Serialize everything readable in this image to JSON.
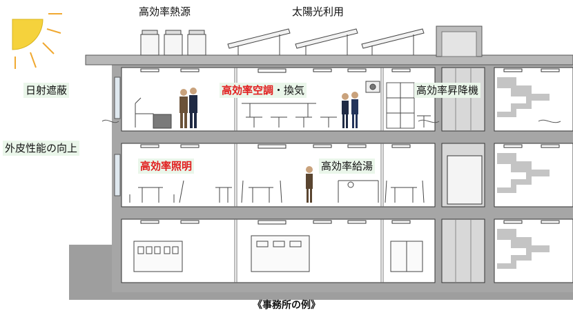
{
  "labels": {
    "heat_source": "高効率熱源",
    "solar": "太陽光利用",
    "shading": "日射遮蔽",
    "envelope": "外皮性能の向上",
    "hvac_red": "高効率空調",
    "hvac_sep": "・換気",
    "elevator": "高効率昇降機",
    "lighting": "高効率照明",
    "water_heater": "高効率給湯"
  },
  "caption": "《事務所の例》",
  "colors": {
    "sun": "#f5d23c",
    "highlight_red": "#e11d1d",
    "label_bg": "#eaf6ea",
    "wall_gray": "#a6a6a6",
    "roof_gray": "#b8b8b8",
    "ground_gray": "#9e9e9e",
    "suit_navy": "#1f2a44",
    "suit_brown": "#5a4530"
  }
}
